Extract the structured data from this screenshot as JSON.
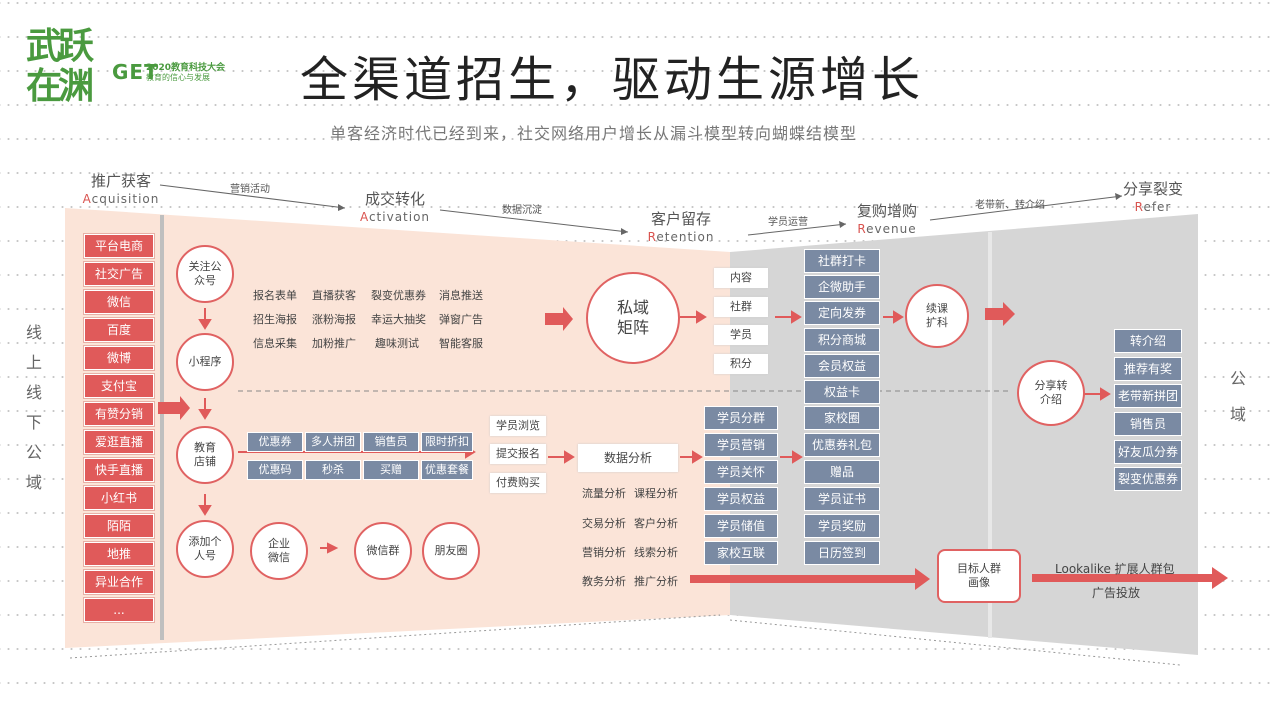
{
  "header": {
    "logo_text": "武跃在渊",
    "logo_get": "GET",
    "conference": "2020教育科技大会",
    "slogan": "教育的信心与发展",
    "title": "全渠道招生，驱动生源增长",
    "subtitle": "单客经济时代已经到来，社交网络用户增长从漏斗模型转向蝴蝶结模型"
  },
  "stages": [
    {
      "cn": "推广获客",
      "en_first": "A",
      "en_rest": "cquisition"
    },
    {
      "cn": "成交转化",
      "en_first": "A",
      "en_rest": "ctivation"
    },
    {
      "cn": "客户留存",
      "en_first": "R",
      "en_rest": "etention"
    },
    {
      "cn": "复购增购",
      "en_first": "R",
      "en_rest": "evenue"
    },
    {
      "cn": "分享裂变",
      "en_first": "R",
      "en_rest": "efer"
    }
  ],
  "arrow_labels": [
    "营销活动",
    "数据沉淀",
    "学员运营",
    "老带新、转介绍"
  ],
  "side_left": [
    "线",
    "上",
    "线",
    "下",
    "公",
    "域"
  ],
  "side_right": [
    "公",
    "域"
  ],
  "channels": [
    "平台电商",
    "社交广告",
    "微信",
    "百度",
    "微博",
    "支付宝",
    "有赞分销",
    "爱逛直播",
    "快手直播",
    "小红书",
    "陌陌",
    "地推",
    "异业合作",
    "..."
  ],
  "circles": {
    "gongzhonghao": "关注公众号",
    "xiaochengxu": "小程序",
    "jiaoyu": "教育店铺",
    "tianjia": "添加个人号",
    "qiye": "企业微信",
    "weixinqun": "微信群",
    "pengyouquan": "朋友圈",
    "siyu": "私域矩阵",
    "xuke": "续课扩科",
    "fenxiang": "分享转介绍"
  },
  "tools_top": [
    "报名表单",
    "直播获客",
    "裂变优惠券",
    "消息推送",
    "招生海报",
    "涨粉海报",
    "幸运大抽奖",
    "弹窗广告",
    "信息采集",
    "加粉推广",
    "趣味测试",
    "智能客服"
  ],
  "tools_mid": [
    "优惠券",
    "多人拼团",
    "销售员",
    "限时折扣",
    "优惠码",
    "秒杀",
    "买赠",
    "优惠套餐"
  ],
  "actions": [
    "学员浏览",
    "提交报名",
    "付费购买"
  ],
  "data_analysis": "数据分析",
  "analyses": [
    "流量分析",
    "课程分析",
    "交易分析",
    "客户分析",
    "营销分析",
    "线索分析",
    "教务分析",
    "推广分析"
  ],
  "retention_items": [
    "内容",
    "社群",
    "学员",
    "积分"
  ],
  "student_ops": [
    "学员分群",
    "学员营销",
    "学员关怀",
    "学员权益",
    "学员储值",
    "家校互联"
  ],
  "revenue_items": [
    "社群打卡",
    "企微助手",
    "定向发券",
    "积分商城",
    "会员权益",
    "权益卡",
    "家校圈",
    "优惠券礼包",
    "赠品",
    "学员证书",
    "学员奖励",
    "日历签到"
  ],
  "refer_items": [
    "转介绍",
    "推荐有奖",
    "老带新拼团",
    "销售员",
    "好友瓜分券",
    "裂变优惠券"
  ],
  "target": "目标人群画像",
  "lookalike": "Lookalike 扩展人群包",
  "ads": "广告投放",
  "colors": {
    "accent_red": "#e05a5a",
    "blue_gray": "#7a8aa3",
    "peach": "#fbe4d8",
    "gray": "#d4d4d4",
    "brand_green": "#4a9a3f"
  }
}
